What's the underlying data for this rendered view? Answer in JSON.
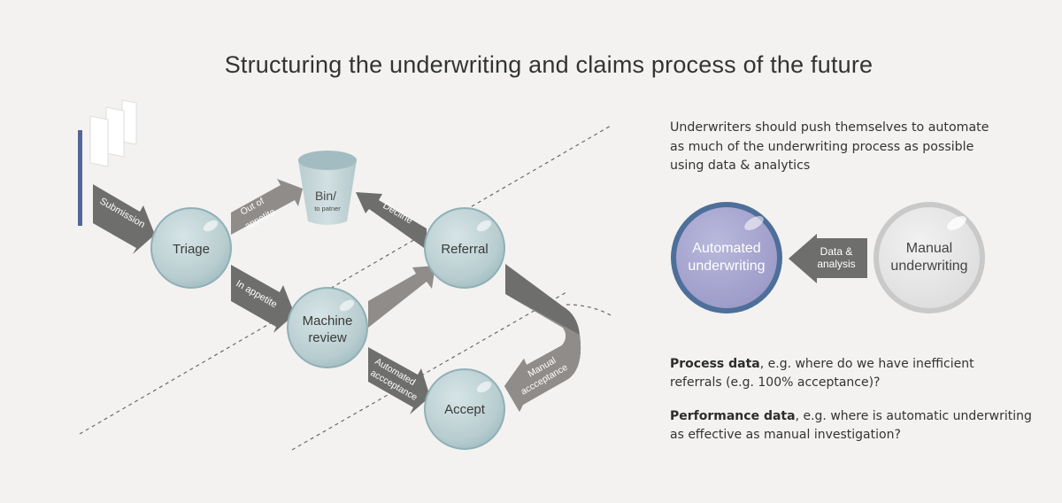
{
  "title": "Structuring the underwriting and claims process of the future",
  "flow": {
    "nodes": {
      "triage": "Triage",
      "machine_review": [
        "Machine",
        "review"
      ],
      "referral": "Referral",
      "accept": "Accept",
      "bin": [
        "Bin/",
        "to patner"
      ]
    },
    "arrows": {
      "submission": "Submission",
      "out_of_appetite": [
        "Out of",
        "appetite"
      ],
      "decline": "Decline",
      "in_appetite": "In appetite",
      "automated_acceptance": [
        "Automated",
        "accceptance"
      ],
      "manual_acceptance": [
        "Manual",
        "accceptance"
      ]
    }
  },
  "side_panel": {
    "intro": "Underwriters should push themselves to automate as much of the underwriting process as possible using data & analytics",
    "automated": [
      "Automated",
      "underwriting"
    ],
    "data_analysis": [
      "Data &",
      "analysis"
    ],
    "manual": [
      "Manual",
      "underwriting"
    ],
    "process_label": "Process data",
    "process_text": ", e.g. where do we have inefficient referrals (e.g. 100% acceptance)?",
    "performance_label": "Performance data",
    "performance_text": ", e.g. where is automatic underwriting as effective as manual investigation?"
  },
  "colors": {
    "sphere": "#b8cdd0",
    "sphere_edge": "#8fb0b6",
    "arrow_dark": "#6e6e6c",
    "arrow_light": "#8f8c8a",
    "auto_fill": "#a8a6cf",
    "auto_ring": "#4d6f9a",
    "manual_fill": "#e6e6e6",
    "manual_ring": "#c9c9c9",
    "flag_pole": "#52669a"
  }
}
